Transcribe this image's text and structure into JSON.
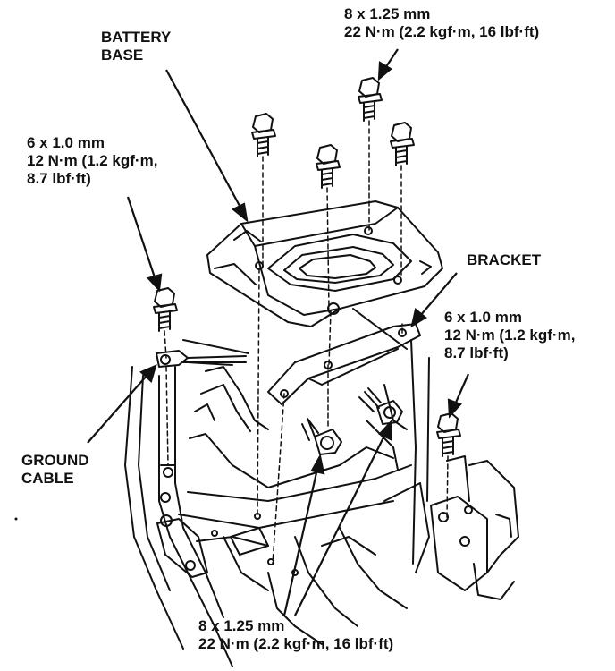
{
  "labels": {
    "battery_base": [
      "BATTERY",
      "BASE"
    ],
    "ground_cable": [
      "GROUND",
      "CABLE"
    ],
    "bracket": "BRACKET",
    "bolt_top_right": [
      "8 x 1.25 mm",
      "22 N·m (2.2 kgf·m, 16 lbf·ft)"
    ],
    "bolt_left": [
      "6 x 1.0 mm",
      "12 N·m (1.2 kgf·m,",
      "8.7 lbf·ft)"
    ],
    "bolt_right": [
      "6 x 1.0 mm",
      "12 N·m (1.2 kgf·m,",
      "8.7 lbf·ft)"
    ],
    "bolt_bottom": [
      "8 x 1.25 mm",
      "22 N·m (2.2 kgf·m, 16 lbf·ft)"
    ]
  },
  "colors": {
    "ink": "#111111",
    "paper": "#ffffff"
  }
}
